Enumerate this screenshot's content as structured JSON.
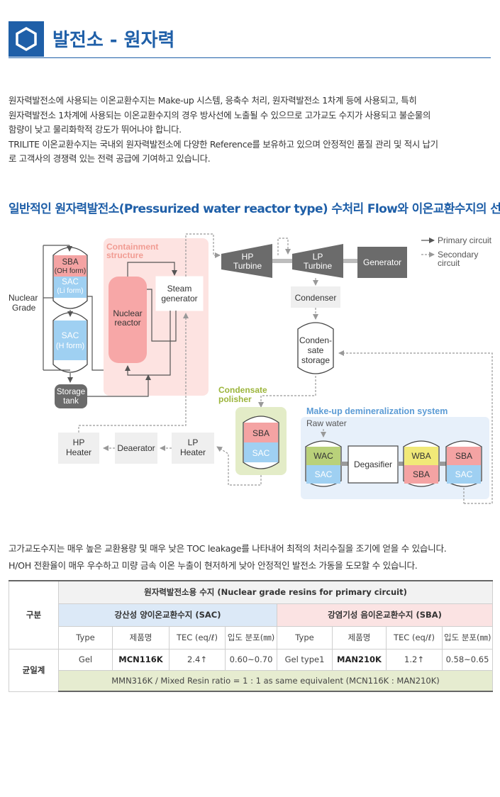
{
  "header": {
    "title": "발전소 - 원자력",
    "icon": "hexagon-icon",
    "accent": "#1f5fa8"
  },
  "intro": {
    "lines": [
      "원자력발전소에 사용되는 이온교환수지는 Make-up 시스템, 응축수 처리, 원자력발전소 1차계 등에 사용되고, 특히",
      "원자력발전소 1차계에 사용되는 이온교환수지의 경우 방사선에 노출될 수 있으므로 고가교도 수지가 사용되고 불순물의",
      "함량이 낮고 물리화학적 강도가 뛰어나야 합니다.",
      "TRILITE 이온교환수지는 국내외 원자력발전소에 다양한 Reference를 보유하고 있으며 안정적인 품질 관리 및 적시 납기",
      "로 고객사의 경쟁력 있는 전력 공급에 기여하고 있습니다."
    ]
  },
  "section_title": "일반적인 원자력발전소(Pressurized water reactor type) 수처리 Flow와 이온교환수지의 선택",
  "diagram": {
    "legend": {
      "primary": "Primary circuit",
      "secondary_1": "Secondary",
      "secondary_2": "circuit"
    },
    "nuclear_grade_1": "Nuclear",
    "nuclear_grade_2": "Grade",
    "vessel1_top_1": "SBA",
    "vessel1_top_2": "(OH form)",
    "vessel1_bottom_1": "SAC",
    "vessel1_bottom_2": "(Li form)",
    "vessel2_1": "SAC",
    "vessel2_2": "(H form)",
    "storage_tank_1": "Storage",
    "storage_tank_2": "tank",
    "containment_1": "Containment",
    "containment_2": "structure",
    "reactor_1": "Nuclear",
    "reactor_2": "reactor",
    "steam_gen_1": "Steam",
    "steam_gen_2": "generator",
    "hp_turbine_1": "HP",
    "hp_turbine_2": "Turbine",
    "lp_turbine_1": "LP",
    "lp_turbine_2": "Turbine",
    "generator": "Generator",
    "condenser": "Condenser",
    "cond_storage_1": "Conden-",
    "cond_storage_2": "sate",
    "cond_storage_3": "storage",
    "polisher_1": "Condensate",
    "polisher_2": "polisher",
    "polisher_top": "SBA",
    "polisher_bottom": "SAC",
    "makeup_title": "Make-up demineralization system",
    "raw_water": "Raw water",
    "wac": "WAC",
    "wac_sac": "SAC",
    "degasifier": "Degasifier",
    "wba": "WBA",
    "wba_sba": "SBA",
    "sba_last": "SBA",
    "sac_last": "SAC",
    "hp_heater_1": "HP",
    "hp_heater_2": "Heater",
    "deaerator": "Deaerator",
    "lp_heater_1": "LP",
    "lp_heater_2": "Heater",
    "colors": {
      "sba": "#f4a3a3",
      "sac": "#9fd0f2",
      "wac": "#b9d17a",
      "wba": "#f1e978",
      "containment": "#fde3e1",
      "reactor": "#f7a7a7",
      "makeup_bg": "#e7f0fa",
      "polisher_bg": "#e3ecc7",
      "dark": "#6b6b6b",
      "box": "#efefef",
      "containment_label": "#f19c93",
      "polisher_label": "#9cb53b",
      "makeup_label": "#5b9bd5"
    }
  },
  "mid_text": {
    "lines": [
      "고가교도수지는 매우 높은 교환용량 및 매우 낮은 TOC leakage를 나타내어 최적의 처리수질을 조기에 얻을 수 있습니다.",
      "H/OH 전환율이 매우 우수하고 미량 금속 이온 누출이 현저하게 낮아 안정적인 발전소 가동을 도모할 수 있습니다."
    ]
  },
  "table": {
    "corner": "구분",
    "main_header": "원자력발전소용 수지 (Nuclear grade resins for primary circuit)",
    "sac_header": "강산성 양이온교환수지 (SAC)",
    "sba_header": "강염기성 음이온교환수지 (SBA)",
    "columns": [
      "Type",
      "제품명",
      "TEC (eq/ℓ)",
      "입도 분포(㎜)",
      "Type",
      "제품명",
      "TEC (eq/ℓ)",
      "입도 분포(㎜)"
    ],
    "row_label": "균일계",
    "row": [
      "Gel",
      "MCN116K",
      "2.4↑",
      "0.60~0.70",
      "Gel type1",
      "MAN210K",
      "1.2↑",
      "0.58~0.65"
    ],
    "note": "MMN316K / Mixed Resin ratio = 1 : 1 as same equivalent (MCN116K : MAN210K)"
  }
}
